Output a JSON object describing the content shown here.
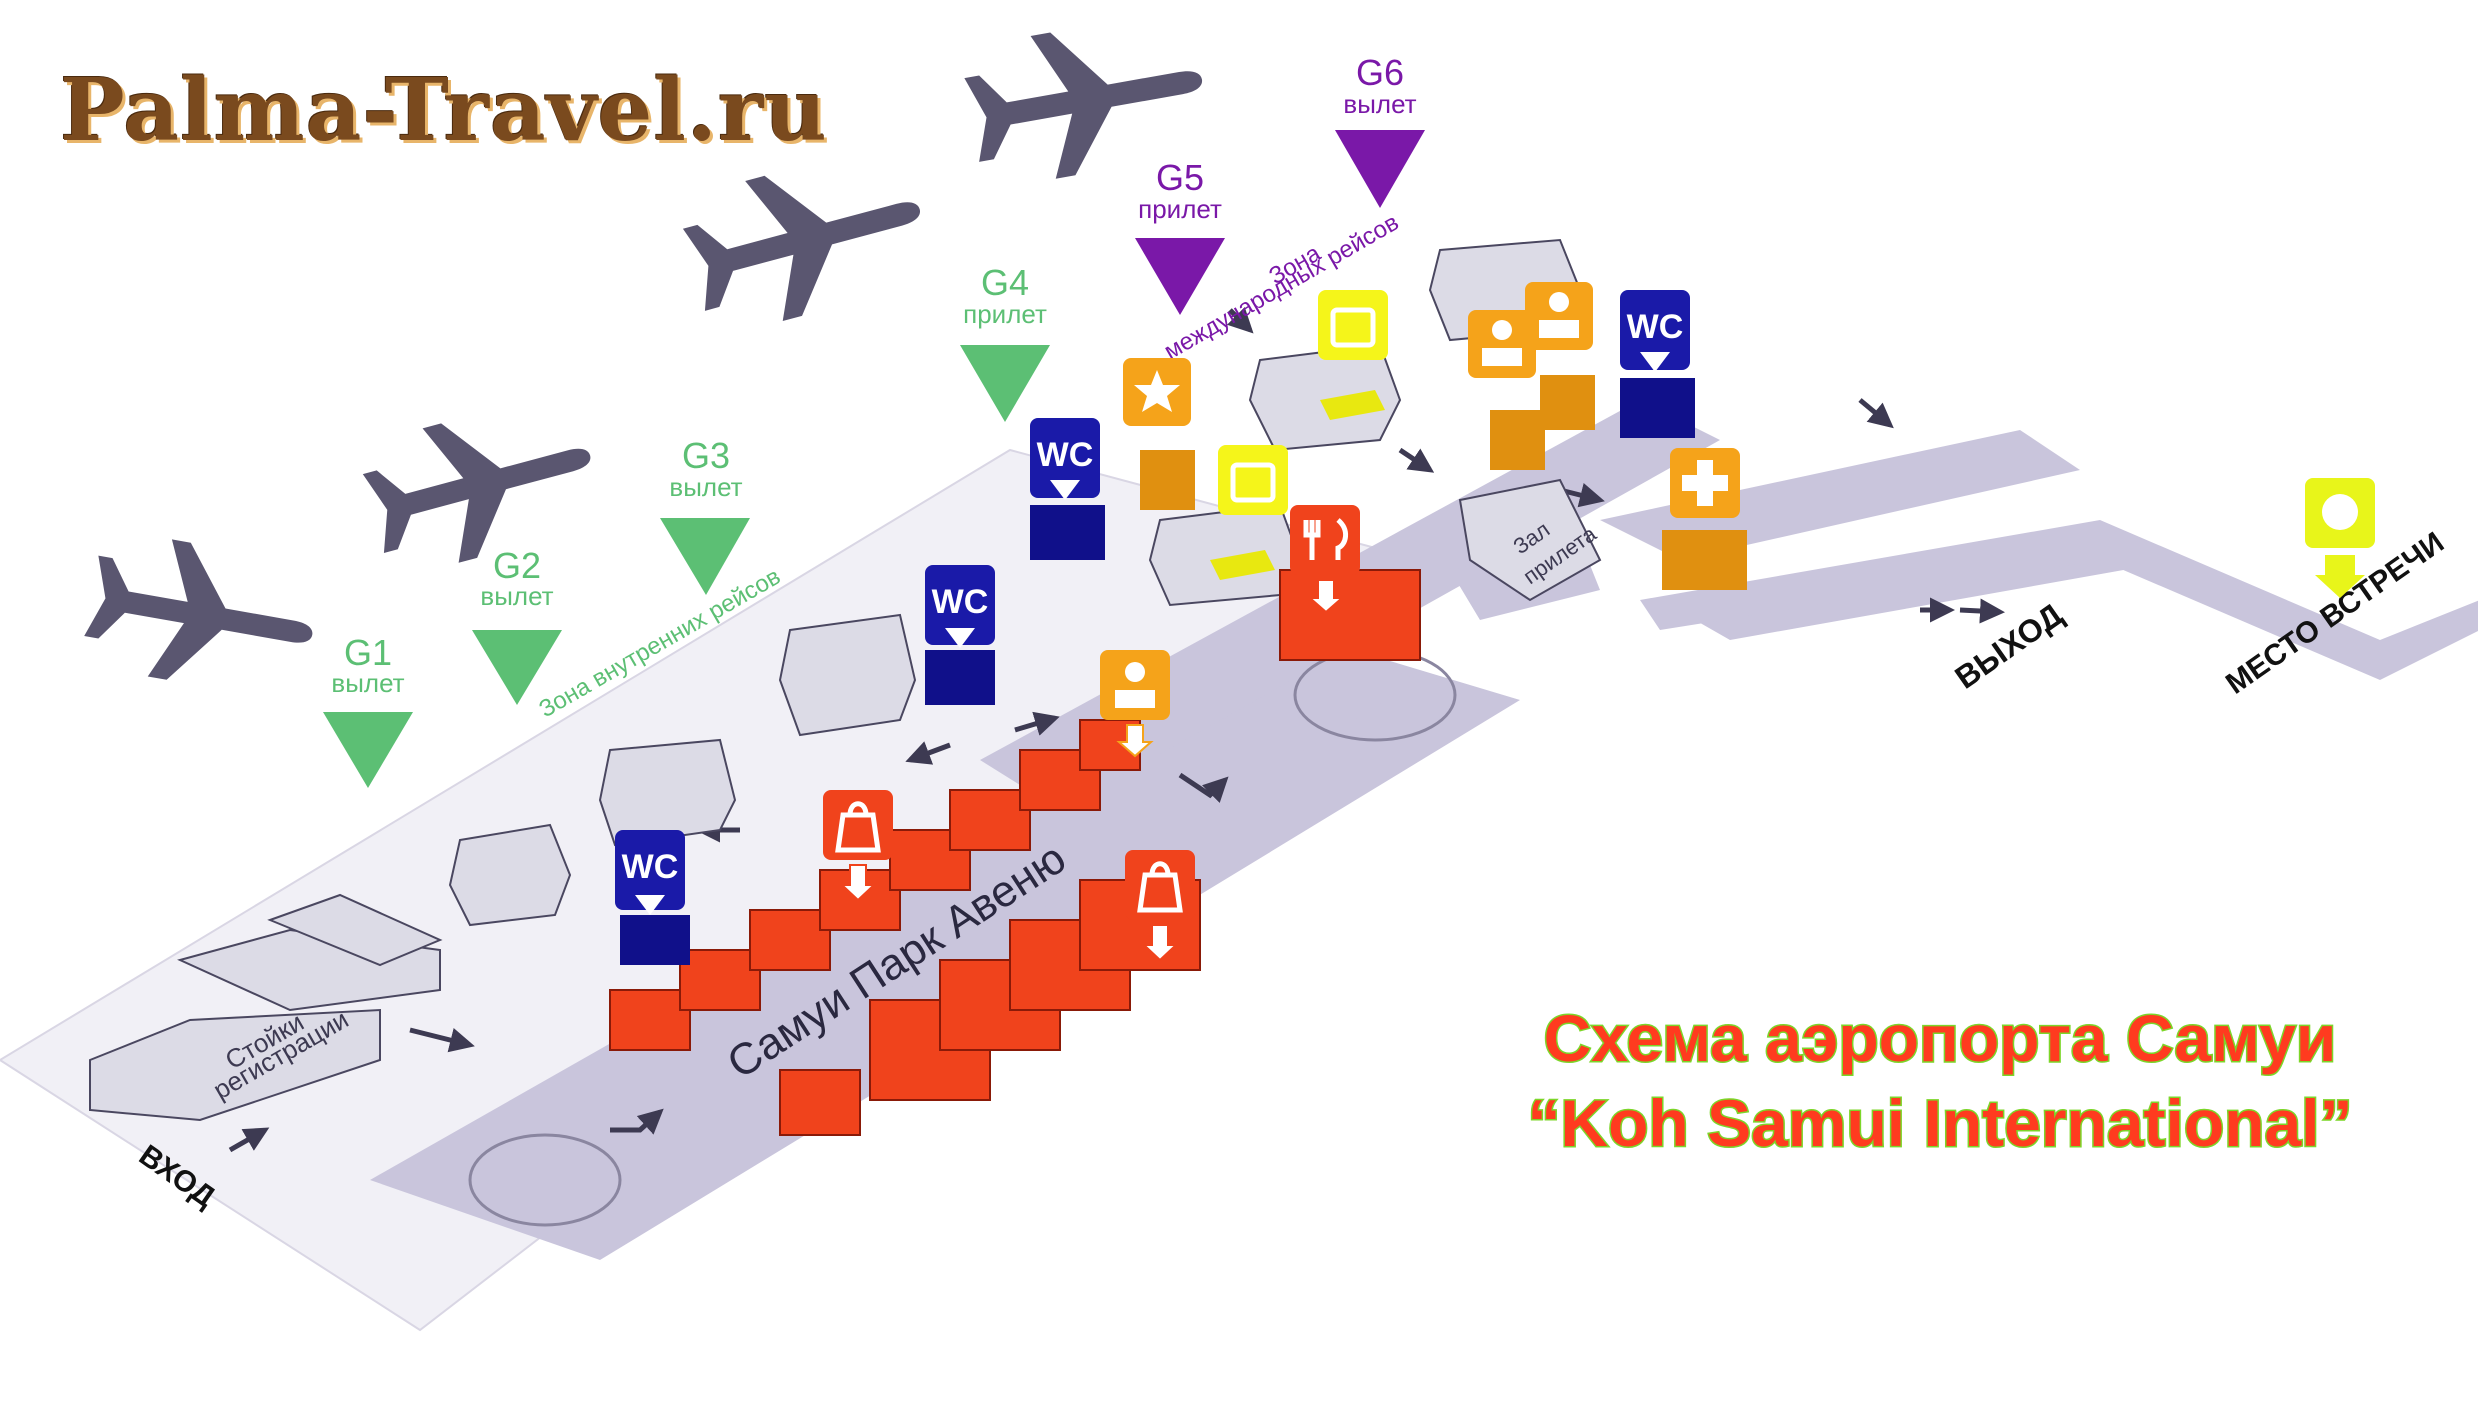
{
  "logo": {
    "text": "Palma-Travel.ru"
  },
  "title": {
    "line1": "Схема аэропорта Самуи",
    "line2": "“Koh Samui International”"
  },
  "gates": [
    {
      "code": "G1",
      "type": "вылет",
      "color": "#5cbf74"
    },
    {
      "code": "G2",
      "type": "вылет",
      "color": "#5cbf74"
    },
    {
      "code": "G3",
      "type": "вылет",
      "color": "#5cbf74"
    },
    {
      "code": "G4",
      "type": "прилет",
      "color": "#5cbf74"
    },
    {
      "code": "G5",
      "type": "прилет",
      "color": "#7a18a8"
    },
    {
      "code": "G6",
      "type": "вылет",
      "color": "#7a18a8"
    }
  ],
  "zones": {
    "domestic": "Зона внутренних рейсов",
    "international_1": "Зона",
    "international_2": "международных рейсов"
  },
  "labels": {
    "checkin_1": "Стойки",
    "checkin_2": "регистрации",
    "entrance": "ВХОД",
    "avenue": "Самуи Парк Авеню",
    "arrival_hall_1": "Зал",
    "arrival_hall_2": "прилета",
    "exit": "ВЫХОД",
    "meeting_point": "МЕСТО ВСТРЕЧИ"
  },
  "icons": {
    "wc_text": "WC",
    "wc_color": "#1a1aa8",
    "shop_color": "#f0431c",
    "customs_color": "#f5a31a",
    "baggage_color": "#f5f51a",
    "meeting_color": "#e8f51a",
    "floor_color": "#c9c5dc"
  }
}
